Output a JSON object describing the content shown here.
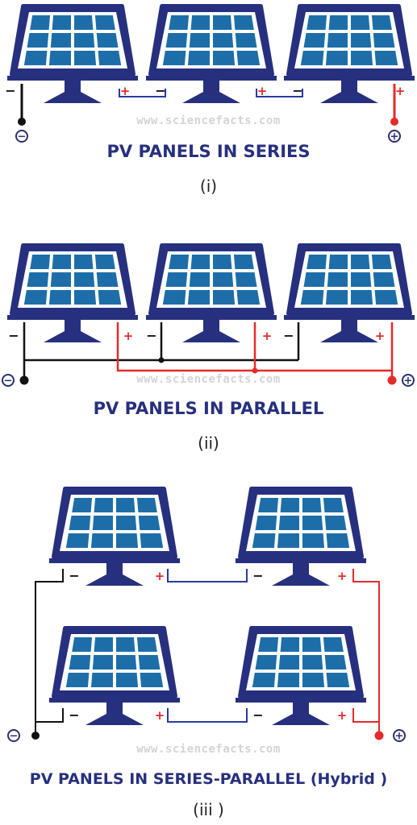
{
  "colors": {
    "panel_frame": "#27307e",
    "cell": "#1d6ea8",
    "stand": "#27307e",
    "negative_wire": "#111111",
    "positive_wire": "#e52a2a",
    "series_link": "#2b3a9e",
    "text": "#27307e"
  },
  "watermark": "www.sciencefacts.com",
  "terminal_symbols": {
    "negative": "−",
    "positive": "+"
  },
  "diagrams": [
    {
      "title": "PV PANELS IN SERIES",
      "label": "(i)"
    },
    {
      "title": "PV PANELS IN PARALLEL",
      "label": "(ii)"
    },
    {
      "title": "PV PANELS IN SERIES-PARALLEL (Hybrid )",
      "label": "(iii )"
    }
  ]
}
